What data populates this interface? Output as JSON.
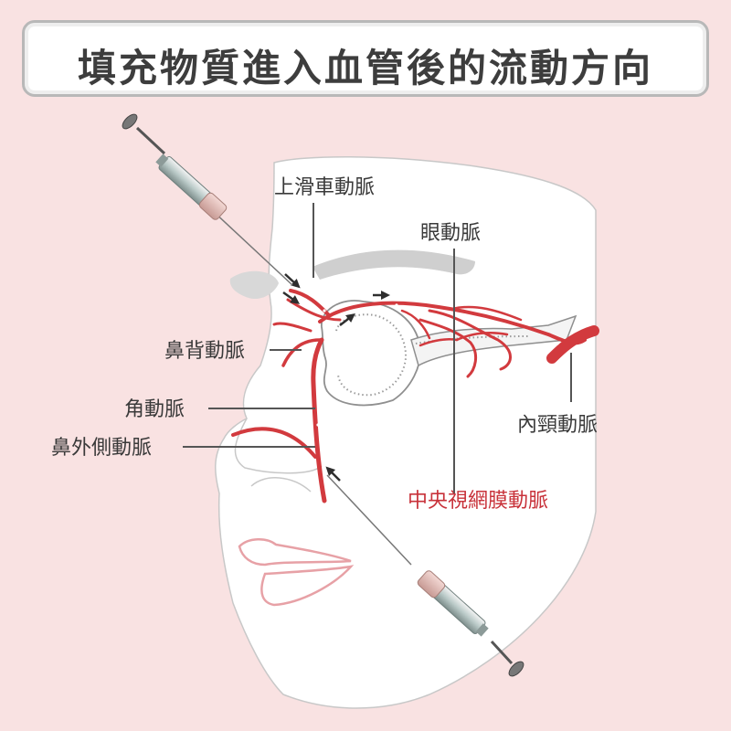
{
  "title": "填充物質進入血管後的流動方向",
  "labels": {
    "supratrochlear": "上滑車動脈",
    "ophthalmic": "眼動脈",
    "dorsal_nasal": "鼻背動脈",
    "angular": "角動脈",
    "lateral_nasal": "鼻外側動脈",
    "internal_carotid": "內頸動脈",
    "central_retinal": "中央視網膜動脈"
  },
  "colors": {
    "background": "#f9e2e2",
    "artery": "#d23a3e",
    "highlight_label": "#c8323a",
    "text": "#3a3a3a"
  },
  "icons": [
    "syringe-icon",
    "flow-arrow-icon"
  ]
}
